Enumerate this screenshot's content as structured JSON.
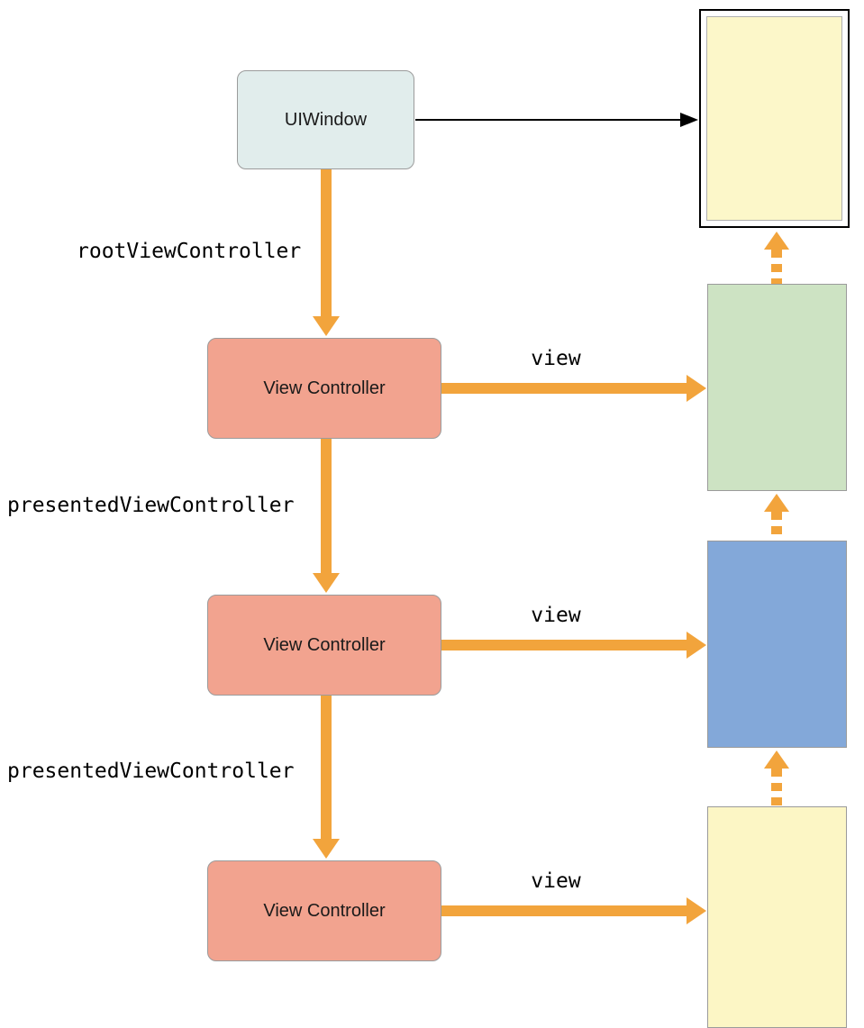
{
  "diagram": {
    "nodes": {
      "uiwindow": "UIWindow",
      "view_controller_1": "View Controller",
      "view_controller_2": "View Controller",
      "view_controller_3": "View Controller"
    },
    "edge_labels": {
      "root_view_controller": "rootViewController",
      "presented_view_controller_1": "presentedViewController",
      "presented_view_controller_2": "presentedViewController",
      "view_1": "view",
      "view_2": "view",
      "view_3": "view"
    },
    "colors": {
      "arrow_orange": "#f2a43c",
      "uiwindow_fill": "#e1edec",
      "view_controller_fill": "#f2a38f",
      "green_view_fill": "#cde3c3",
      "blue_view_fill": "#83a8d9",
      "yellow_view_fill": "#fcf6c5",
      "screen_frame_border": "#000000",
      "screen_inner_fill": "#fcf7c9",
      "node_border": "#9b9b9b",
      "black_arrow": "#000000"
    }
  }
}
